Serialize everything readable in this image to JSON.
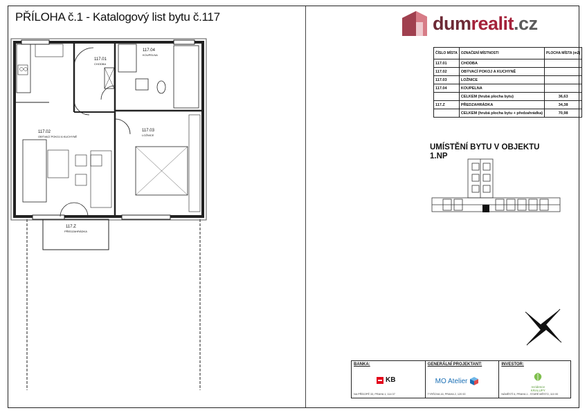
{
  "title": "PŘÍLOHA č.1 - Katalogový list bytu č.117",
  "watermark": {
    "part1": "dum",
    "part2": "realit",
    "part3": ".cz"
  },
  "plan": {
    "rooms": [
      {
        "number": "117.01",
        "name": "CHODBA"
      },
      {
        "number": "117.04",
        "name": "KOUPELNA"
      },
      {
        "number": "117.02",
        "name": "OBÝVACÍ POKOJ A KUCHYNĚ"
      },
      {
        "number": "117.03",
        "name": "LOŽNICE"
      },
      {
        "number": "117.Z",
        "name": "PŘEDZAHRÁDKA"
      }
    ]
  },
  "room_table": {
    "headers": {
      "number": "ČÍSLO MÍSTA",
      "name": "OZNAČENÍ MÍSTNOSTI",
      "area": "PLOCHA MÍSTA (m2)"
    },
    "rows": [
      {
        "number": "117.01",
        "name": "CHODBA",
        "area": ""
      },
      {
        "number": "117.02",
        "name": "OBÝVACÍ POKOJ A KUCHYNĚ",
        "area": ""
      },
      {
        "number": "117.03",
        "name": "LOŽNICE",
        "area": ""
      },
      {
        "number": "117.04",
        "name": "KOUPELNA",
        "area": ""
      },
      {
        "number": "",
        "name": "CELKEM (hrubá plocha bytu)",
        "area": "36,63"
      },
      {
        "number": "117.Z",
        "name": "PŘEDZAHRÁDKA",
        "area": "34,38"
      },
      {
        "number": "",
        "name": "CELKEM (hrubá plocha bytu + předzahrádka)",
        "area": "70,98"
      }
    ]
  },
  "location": {
    "title": "UMÍSTĚNÍ BYTU V OBJEKTU",
    "floor": "1.NP"
  },
  "footer": {
    "bank": {
      "heading": "BANKA:",
      "logo_text": "KB",
      "address": "NA PŘÍKOPĚ 33, PRAHA 1, 114 07"
    },
    "designer": {
      "heading": "GENERÁLNÍ PROJEKTANT:",
      "logo_text": "MO Atelier",
      "address": "TYRŠOVA 16, PRAHA 2, 120 00"
    },
    "investor": {
      "heading": "INVESTOR:",
      "logo_text": "rezidence KRALUPY",
      "address": "NÁMĚSTÍ 6, PRAHA 1 - STARÉ MĚSTO, 110 00"
    }
  },
  "colors": {
    "accent_dark": "#6d2a36",
    "accent": "#a4223a",
    "kb_red": "#e2001a",
    "mo_blue": "#1a6fb5",
    "res_green": "#5a9a3a"
  }
}
